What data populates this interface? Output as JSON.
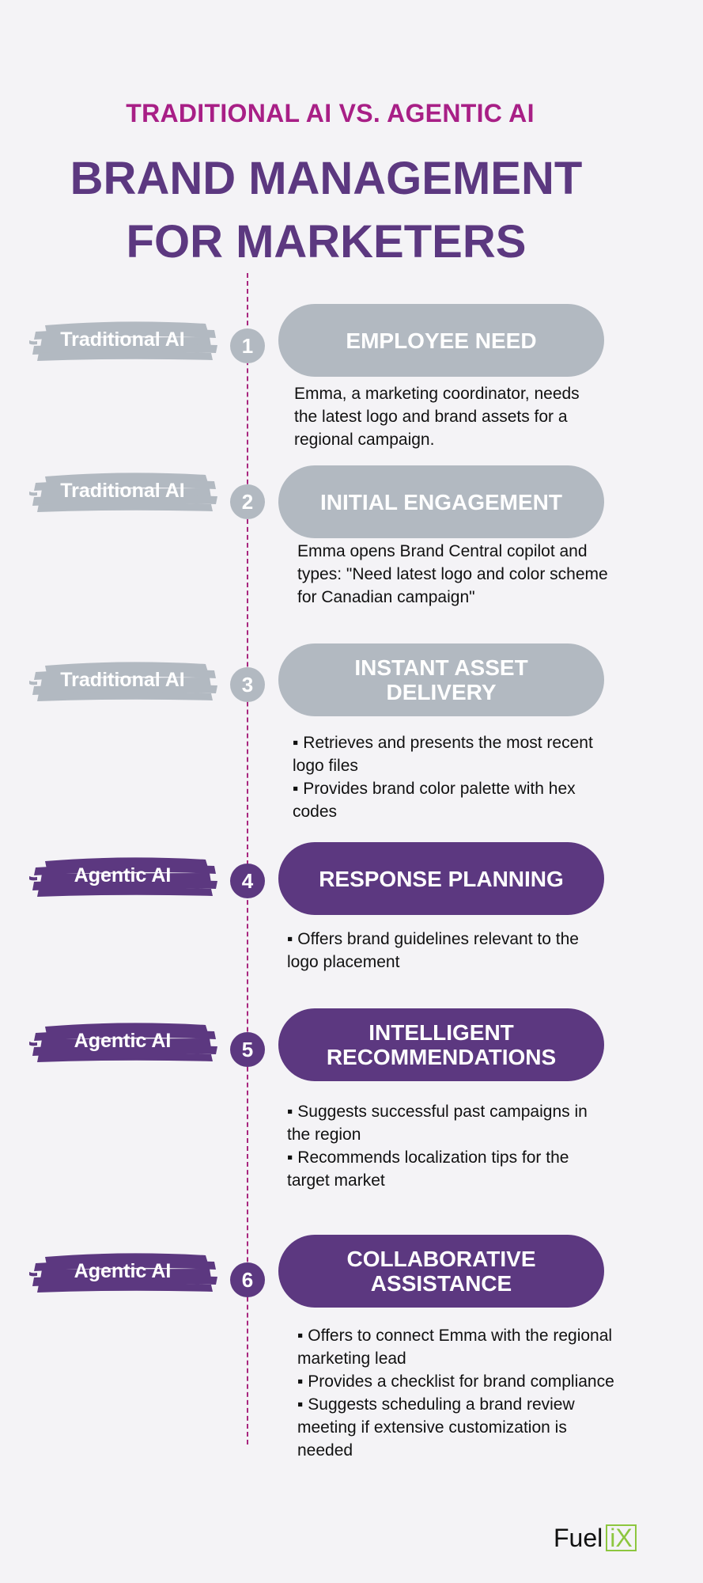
{
  "header": {
    "subtitle": "TRADITIONAL AI VS. AGENTIC AI",
    "title_line1": "BRAND MANAGEMENT",
    "title_line2": "FOR MARKETERS"
  },
  "colors": {
    "accent_magenta": "#a81f86",
    "accent_purple": "#5c3880",
    "grey": "#b2b9c1"
  },
  "steps": [
    {
      "tag": "Traditional AI",
      "number": "1",
      "heading": "EMPLOYEE NEED",
      "description": "Emma, a marketing coordinator, needs\nthe latest logo and brand assets for a\nregional campaign."
    },
    {
      "tag": "Traditional AI",
      "number": "2",
      "heading": "INITIAL ENGAGEMENT",
      "description": "Emma opens Brand Central copilot and\ntypes: \"Need latest logo and color scheme\nfor Canadian campaign\""
    },
    {
      "tag": "Traditional AI",
      "number": "3",
      "heading_line1": "INSTANT ASSET",
      "heading_line2": "DELIVERY",
      "description": "▪ Retrieves and presents the most recent\nlogo files\n▪ Provides brand color palette with hex\ncodes"
    },
    {
      "tag": "Agentic AI",
      "number": "4",
      "heading": "RESPONSE PLANNING",
      "description": "▪ Offers brand guidelines relevant to the\nlogo placement"
    },
    {
      "tag": "Agentic AI",
      "number": "5",
      "heading_line1": "INTELLIGENT",
      "heading_line2": "RECOMMENDATIONS",
      "description": "▪ Suggests successful past campaigns in\nthe region\n ▪ Recommends localization tips for the\ntarget market"
    },
    {
      "tag": "Agentic AI",
      "number": "6",
      "heading_line1": "COLLABORATIVE",
      "heading_line2": "ASSISTANCE",
      "description": "▪ Offers to connect Emma with the regional\nmarketing lead\n▪ Provides a checklist for brand compliance\n▪ Suggests scheduling a brand review\nmeeting if extensive customization is\nneeded"
    }
  ],
  "logo": {
    "word": "Fuel",
    "mark": "iX"
  }
}
